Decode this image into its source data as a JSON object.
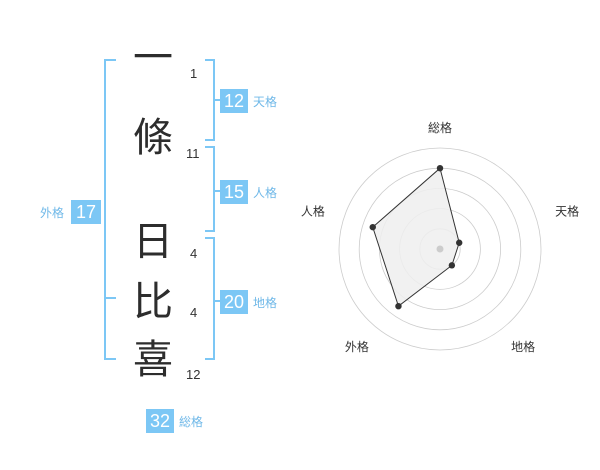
{
  "name_chars": [
    {
      "char": "一",
      "strokes": "1"
    },
    {
      "char": "條",
      "strokes": "11"
    },
    {
      "char": "日",
      "strokes": "4"
    },
    {
      "char": "比",
      "strokes": "4"
    },
    {
      "char": "喜",
      "strokes": "12"
    }
  ],
  "scores": {
    "tenkaku": {
      "label": "天格",
      "value": "12"
    },
    "jinkaku": {
      "label": "人格",
      "value": "15"
    },
    "chikaku": {
      "label": "地格",
      "value": "20"
    },
    "gaikaku": {
      "label": "外格",
      "value": "17"
    },
    "soukaku": {
      "label": "総格",
      "value": "32"
    }
  },
  "chart_data": {
    "type": "radar",
    "axes": [
      "総格",
      "天格",
      "地格",
      "外格",
      "人格"
    ],
    "values": [
      4,
      1,
      1,
      3.5,
      3.5
    ],
    "rmax": 5,
    "rings": 5,
    "colors": {
      "fill": "#eeeeee",
      "line": "#333333",
      "grid": "#cccccc",
      "center": "#cccccc"
    }
  }
}
